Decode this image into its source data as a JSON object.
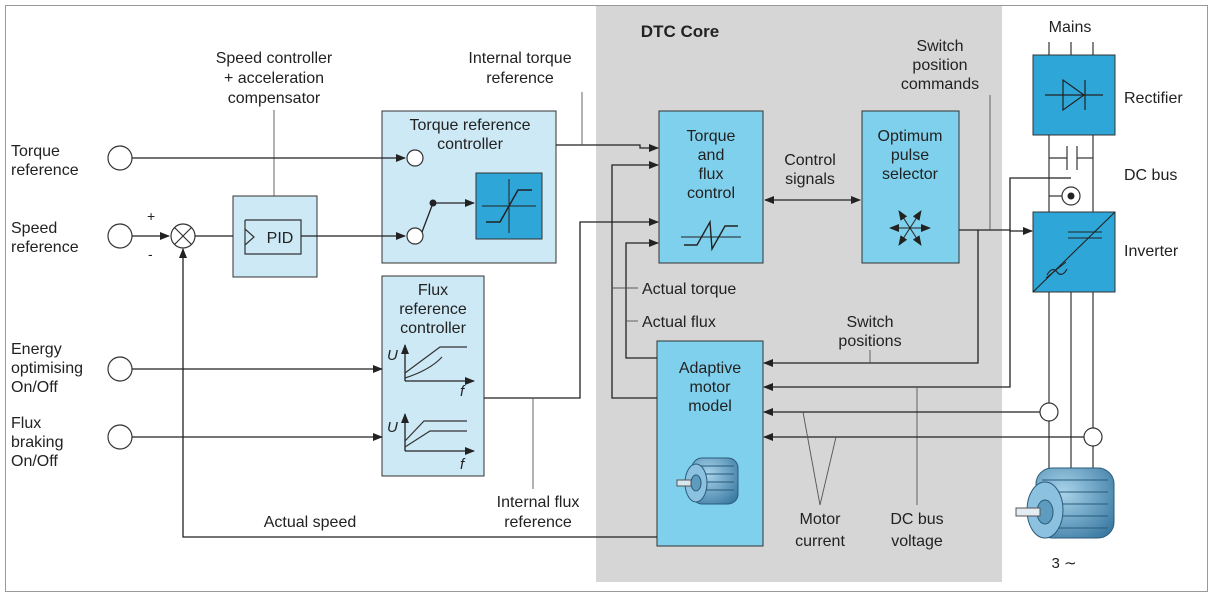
{
  "core": {
    "title": "DTC Core"
  },
  "inputs": {
    "torque": [
      "Torque",
      "reference"
    ],
    "speed": [
      "Speed",
      "reference"
    ],
    "energy": [
      "Energy",
      "optimising",
      "On/Off"
    ],
    "flux_braking": [
      "Flux",
      "braking",
      "On/Off"
    ],
    "plus": "+",
    "minus": "-"
  },
  "speed_controller": {
    "label": [
      "Speed controller",
      "+ acceleration",
      "compensator"
    ],
    "pid": "PID"
  },
  "torque_ref_controller": {
    "label": [
      "Torque reference",
      "controller"
    ]
  },
  "internal_torque_ref": [
    "Internal torque",
    "reference"
  ],
  "flux_ref_controller": {
    "label": [
      "Flux",
      "reference",
      "controller"
    ],
    "axis_u": "U",
    "axis_f": "f"
  },
  "internal_flux_ref": [
    "Internal flux",
    "reference"
  ],
  "torque_flux_control": {
    "label": [
      "Torque",
      "and",
      "flux",
      "control"
    ]
  },
  "control_signals": [
    "Control",
    "signals"
  ],
  "optimum_pulse": {
    "label": [
      "Optimum",
      "pulse",
      "selector"
    ]
  },
  "switch_position_commands": [
    "Switch",
    "position",
    "commands"
  ],
  "actual_torque": "Actual torque",
  "actual_flux": "Actual flux",
  "switch_positions": [
    "Switch",
    "positions"
  ],
  "adaptive_model": {
    "label": [
      "Adaptive",
      "motor",
      "model"
    ]
  },
  "actual_speed": "Actual speed",
  "motor_current": [
    "Motor",
    "current"
  ],
  "dc_bus_voltage": [
    "DC bus",
    "voltage"
  ],
  "power": {
    "mains": "Mains",
    "rectifier": "Rectifier",
    "dc_bus": "DC bus",
    "inverter": "Inverter",
    "motor_phase": "3 ∼"
  },
  "colors": {
    "core_bg": "#d6d6d7",
    "light_box": "#cde9f6",
    "cyan_box": "#7fd0ec",
    "power_blue": "#2ea6d8"
  }
}
